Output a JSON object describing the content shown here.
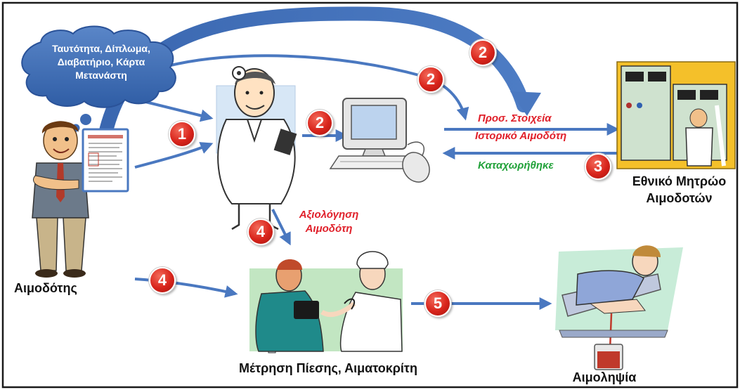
{
  "documents_cloud": {
    "line1": "Ταυτότητα, Δίπλωμα,",
    "line2": "Διαβατήριο, Κάρτα",
    "line3": "Μετανάστη"
  },
  "actors": {
    "donor": "Αιμοδότης",
    "registry_line1": "Εθνικό Μητρώο",
    "registry_line2": "Αιμοδοτών",
    "measurement": "Μέτρηση Πίεσης, Αιματοκρίτη",
    "blood_draw": "Αιμοληψία"
  },
  "flow_labels": {
    "send_line1": "Προσ. Στοιχεία",
    "send_line2": "Ιστορικό Αιμοδότη",
    "registered": "Καταχωρήθηκε",
    "evaluation_line1": "Αξιολόγηση",
    "evaluation_line2": "Αιμοδότη"
  },
  "steps": {
    "step1": "1",
    "step2a": "2",
    "step2b": "2",
    "step2c": "2",
    "step3": "3",
    "step4a": "4",
    "step4b": "4",
    "step5": "5"
  },
  "colors": {
    "arrow_blue": "#4a78c0",
    "cloud_blue": "#3d6ab3",
    "badge_red": "#d8241b",
    "label_red": "#e0202a",
    "label_green": "#22a23a"
  }
}
